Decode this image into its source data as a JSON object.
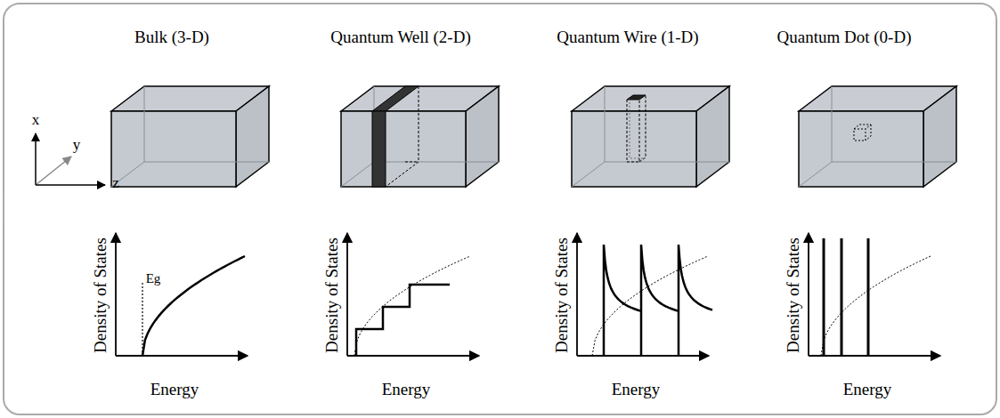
{
  "diagram": {
    "labels": [
      "Bulk (3-D)",
      "Quantum Well (2-D)",
      "Quantum Wire (1-D)",
      "Quantum Dot (0-D)",
      "x",
      "y",
      "z",
      "Eg",
      "Density of States",
      "Energy",
      "Density of States",
      "Energy",
      "Density of States",
      "Energy",
      "Density of States",
      "Energy"
    ]
  }
}
